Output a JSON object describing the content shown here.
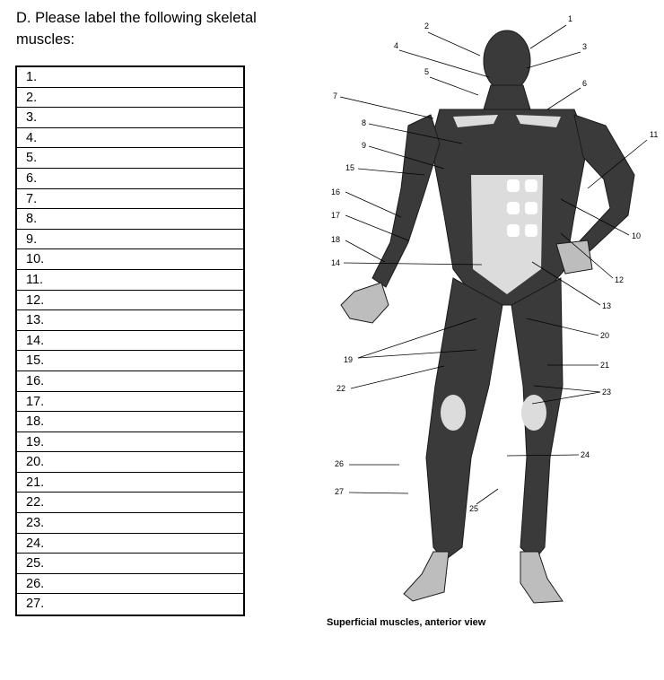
{
  "header": {
    "title": "D.  Please label the following skeletal muscles:"
  },
  "answer_rows": [
    "1.",
    "2.",
    "3.",
    "4.",
    "5.",
    "6.",
    "7.",
    "8.",
    "9.",
    "10.",
    "11.",
    "12.",
    "13.",
    "14.",
    "15.",
    "16.",
    "17.",
    "18.",
    "19.",
    "20.",
    "21.",
    "22.",
    "23.",
    "24.",
    "25.",
    "26.",
    "27."
  ],
  "figure": {
    "caption": "Superficial muscles, anterior view",
    "labels": [
      "1",
      "2",
      "3",
      "4",
      "5",
      "6",
      "7",
      "8",
      "9",
      "10",
      "11",
      "12",
      "13",
      "14",
      "15",
      "16",
      "17",
      "18",
      "19",
      "20",
      "21",
      "22",
      "23",
      "24",
      "25",
      "26",
      "27"
    ]
  }
}
